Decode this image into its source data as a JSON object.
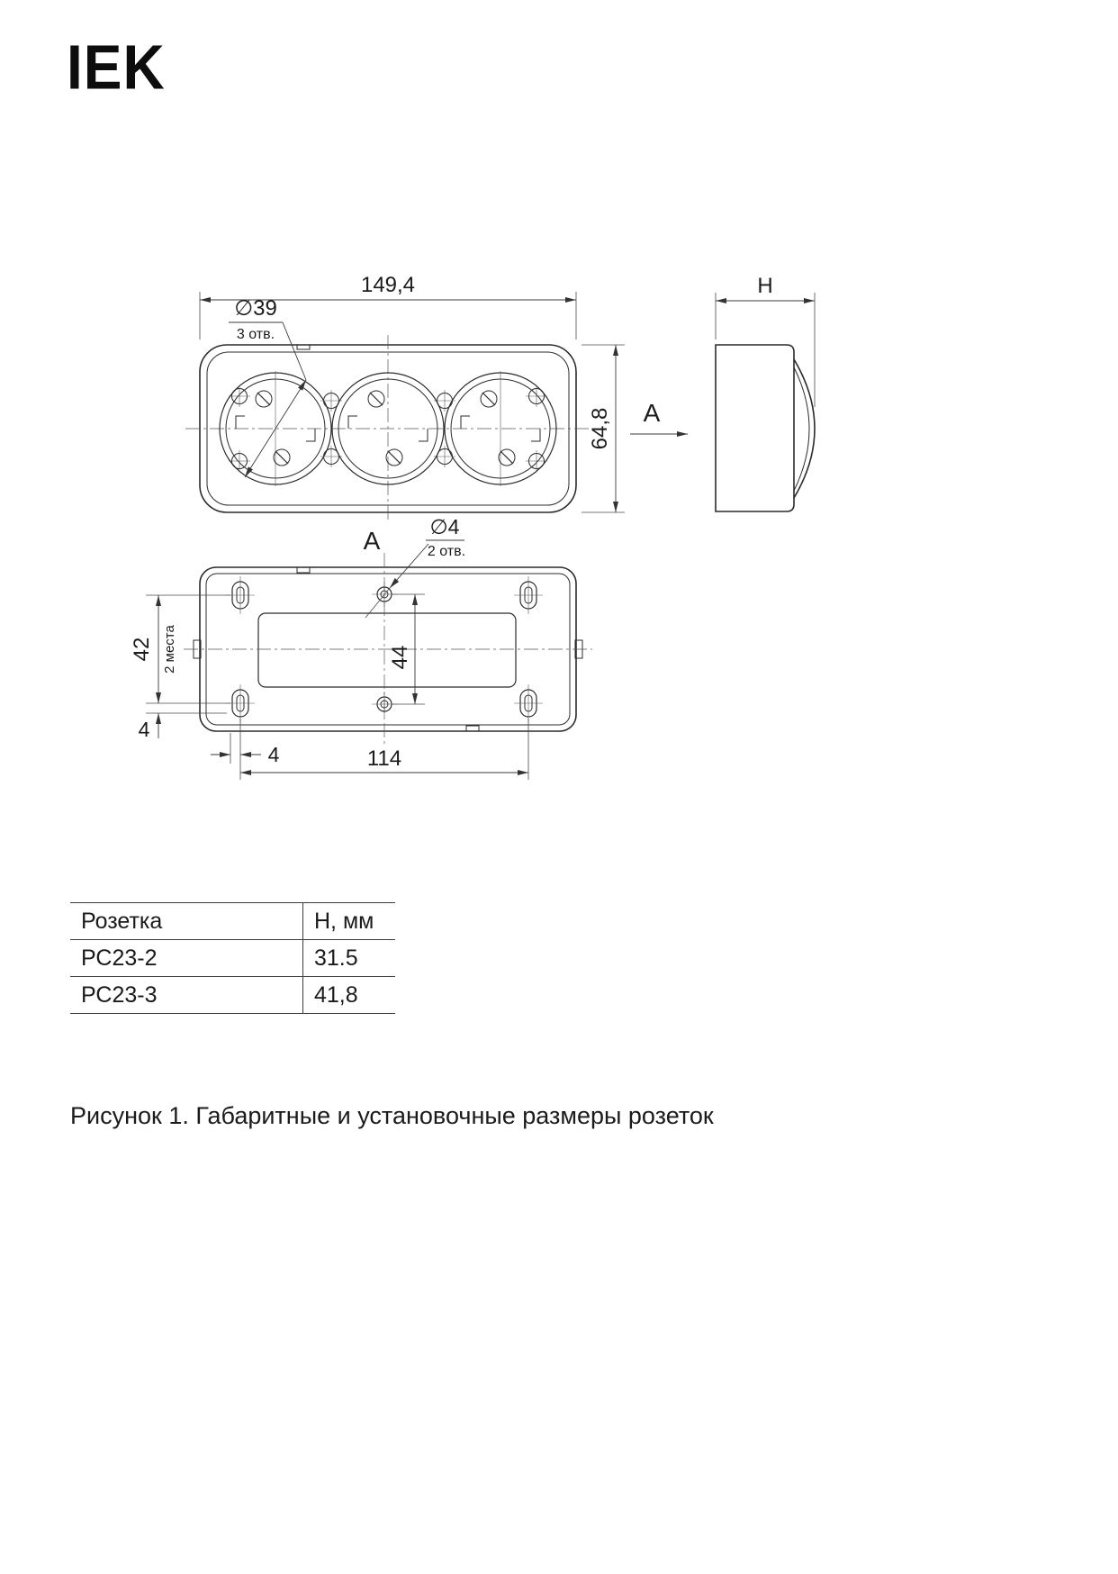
{
  "logo": {
    "text": "IEK"
  },
  "drawing": {
    "front": {
      "dim_width": "149,4",
      "dia_label": "∅39",
      "dia_note": "3 отв.",
      "dim_height": "64,8",
      "section_label": "A"
    },
    "side": {
      "dim_h": "H"
    },
    "bottom": {
      "section_label": "A",
      "dia_label": "∅4",
      "dia_note": "2 отв.",
      "dim_42": "42",
      "note_places": "2 места",
      "dim_44": "44",
      "dim_4_vertical": "4",
      "dim_4_horizontal": "4",
      "dim_114": "114"
    }
  },
  "table": {
    "headers": [
      "Розетка",
      "Н, мм"
    ],
    "rows": [
      [
        "РС23-2",
        "31.5"
      ],
      [
        "РС23-3",
        "41,8"
      ]
    ]
  },
  "caption": "Рисунок 1. Габаритные и установочные размеры розеток"
}
